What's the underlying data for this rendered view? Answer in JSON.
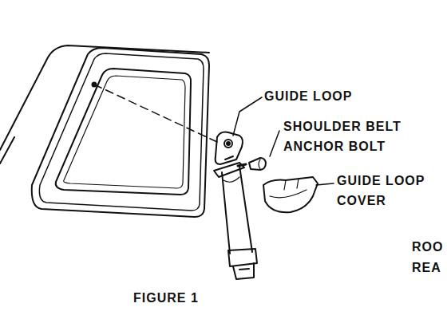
{
  "diagram": {
    "caption": "FIGURE 1",
    "labels": [
      "GUIDE LOOP",
      "SHOULDER BELT ANCHOR BOLT",
      "GUIDE LOOP COVER",
      "ROO",
      "REA"
    ]
  }
}
